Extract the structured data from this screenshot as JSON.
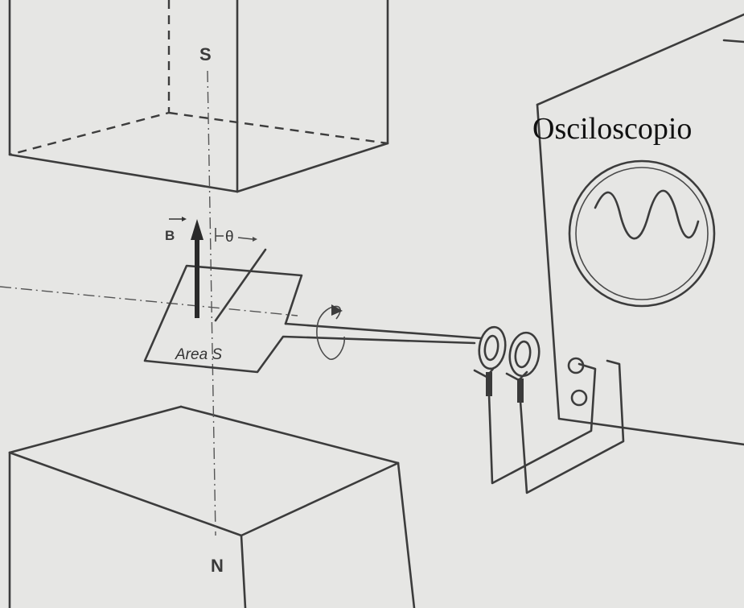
{
  "labels": {
    "south_pole": "S",
    "north_pole": "N",
    "field_vector": "B",
    "angle": "θ",
    "area": "Area S",
    "instrument": "Osciloscopio"
  }
}
